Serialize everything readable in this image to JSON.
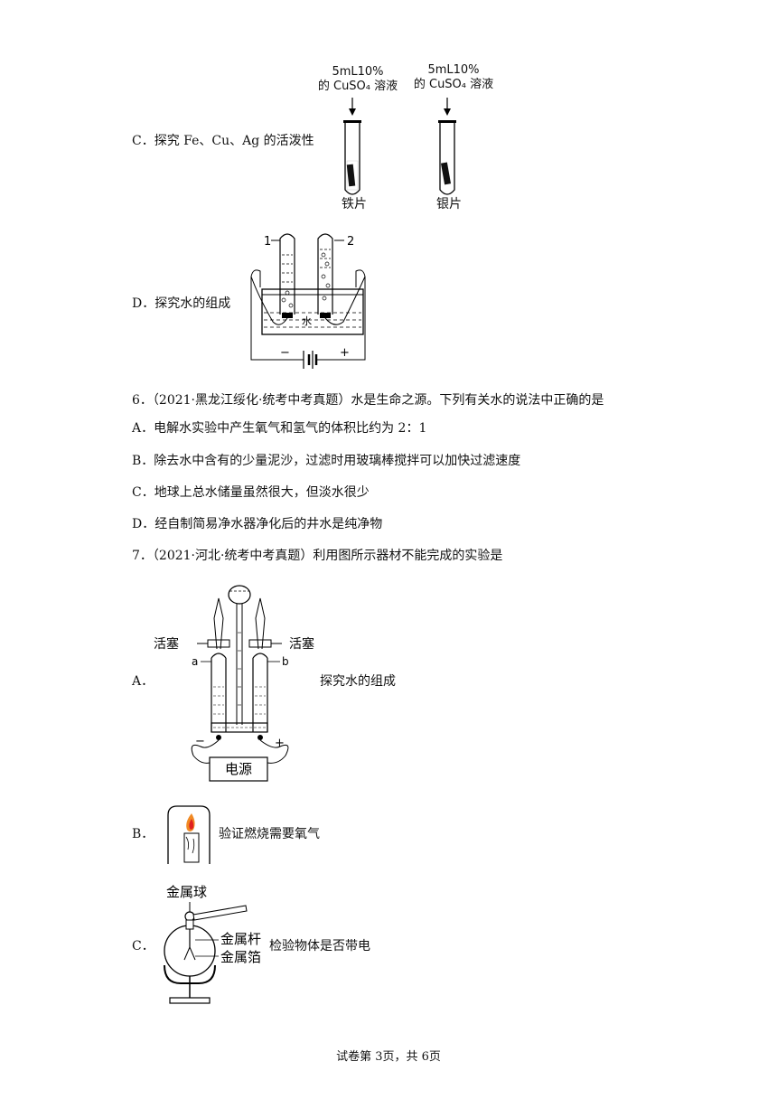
{
  "q5": {
    "optionC": {
      "letter": "C．",
      "text": "探究  Fe、Cu、Ag 的活泼性"
    },
    "tube1": {
      "top": "5mL10%",
      "bottom": "的 CuSO₄ 溶液",
      "metal": "铁片"
    },
    "tube2": {
      "top": "5mL10%",
      "bottom": "的 CuSO₄ 溶液",
      "metal": "银片"
    },
    "optionD": {
      "letter": "D．",
      "text": "探究水的组成"
    },
    "electrolysis": {
      "label1": "1",
      "label2": "2",
      "water": "水",
      "minus": "−",
      "plus": "+"
    }
  },
  "q6": {
    "stem": "6．（2021·黑龙江绥化·统考中考真题）水是生命之源。下列有关水的说法中正确的是",
    "options": [
      "A．电解水实验中产生氧气和氢气的体积比约为 2：1",
      "B．除去水中含有的少量泥沙，过滤时用玻璃棒搅拌可以加快过滤速度",
      "C．地球上总水储量虽然很大，但淡水很少",
      "D．经自制简易净水器净化后的井水是纯净物"
    ]
  },
  "q7": {
    "stem": "7．（2021·河北·统考中考真题）利用图所示器材不能完成的实验是",
    "optionA": {
      "letter": "A．",
      "text": "探究水的组成",
      "valve_left": "活塞",
      "valve_right": "活塞",
      "a": "a",
      "b": "b",
      "minus": "−",
      "plus": "+",
      "power": "电源"
    },
    "optionB": {
      "letter": "B．",
      "text": "验证燃烧需要氧气"
    },
    "optionC": {
      "letter": "C．",
      "text": "检验物体是否带电",
      "ball": "金属球",
      "rod": "金属杆",
      "foil": "金属箔"
    }
  },
  "footer": "试卷第 3页，共 6页"
}
